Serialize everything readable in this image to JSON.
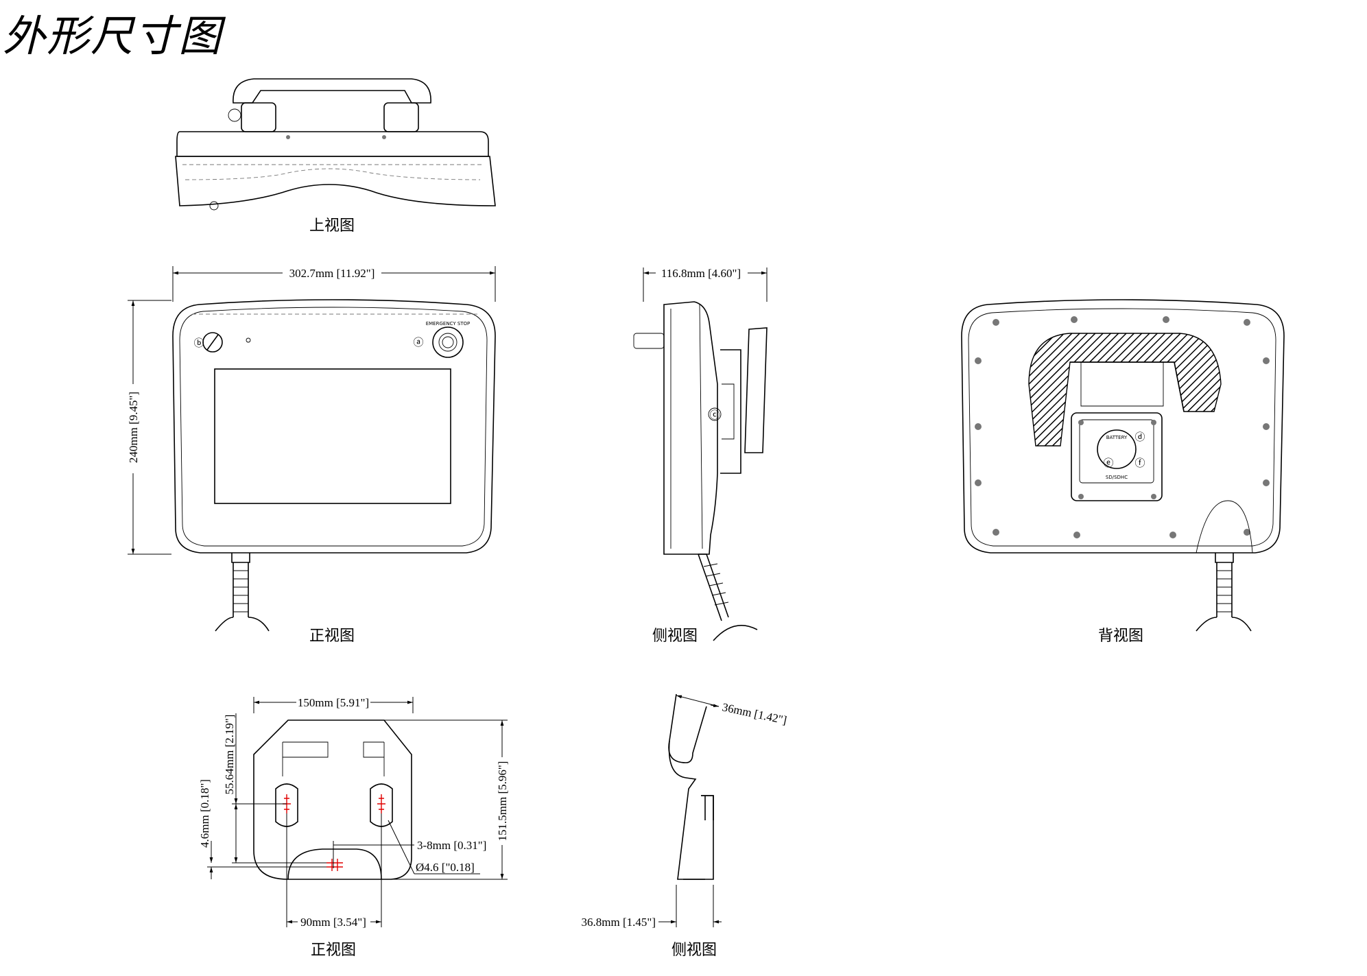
{
  "title": "外形尺寸图",
  "views": {
    "top": {
      "caption": "上视图"
    },
    "front": {
      "caption": "正视图",
      "width_dim": "302.7mm [11.92\"]",
      "height_dim": "240mm [9.45\"]",
      "key_label": "ⓑ",
      "estop_label": "ⓐ",
      "estop_text": "EMERGENCY STOP"
    },
    "side": {
      "caption": "侧视图",
      "depth_dim": "116.8mm [4.60\"]",
      "port_label": "ⓒ"
    },
    "back": {
      "caption": "背视图",
      "label_d": "ⓓ",
      "label_e": "ⓔ",
      "label_f": "ⓕ",
      "battery_text": "BATTERY",
      "sd_text": "SD/SDHC"
    },
    "bracket_front": {
      "caption": "正视图",
      "width_dim": "150mm [5.91\"]",
      "height_dim": "151.5mm [5.96\"]",
      "slot_dim": "55.64mm [2.19\"]",
      "small_dim": "4.6mm [0.18\"]",
      "screw_dim": "3-8mm [0.31\"]",
      "hole_dim": "Ø4.6 [\"0.18]",
      "hole_span_dim": "90mm [3.54\"]"
    },
    "bracket_side": {
      "caption": "侧视图",
      "top_dim": "36mm [1.42\"]",
      "bottom_dim": "36.8mm [1.45\"]"
    }
  }
}
